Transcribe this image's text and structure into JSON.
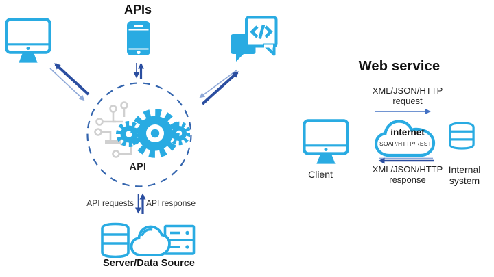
{
  "colors": {
    "icon_blue": "#29ABE2",
    "arrow_dark": "#2B4EA0",
    "arrow_light": "#8FA9D8",
    "arrow_medium": "#4472C4",
    "dashed_circle_blue": "#3465AE",
    "circuit_gray": "#D0D0D0",
    "text_black": "#1A1A1A"
  },
  "api_diagram": {
    "apis_label": "APIs",
    "hub_label": "API",
    "requests_label": "API requests",
    "response_label": "API response",
    "datasource_label": "Server/Data Source",
    "icons": [
      "desktop-computer-icon",
      "smartphone-icon",
      "code-chat-icon",
      "circuit-board-icon",
      "gears-icon",
      "database-icon",
      "cloud-icon",
      "server-rack-icon"
    ]
  },
  "web_service_diagram": {
    "title": "Web service",
    "request_line1": "XML/JSON/HTTP",
    "request_line2": "request",
    "response_line1": "XML/JSON/HTTP",
    "response_line2": "response",
    "client_label": "Client",
    "cloud_label": "internet",
    "cloud_protocols": "SOAP/HTTP/REST",
    "internal_line1": "Internal",
    "internal_line2": "system",
    "icons": [
      "desktop-computer-icon",
      "internet-cloud-icon",
      "database-icon"
    ]
  }
}
